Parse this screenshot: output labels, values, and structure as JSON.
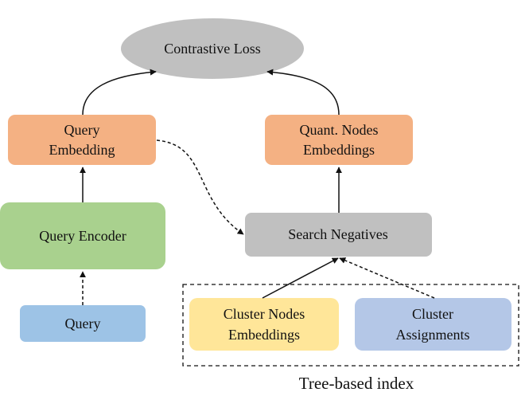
{
  "nodes": {
    "contrastive_loss": {
      "label": "Contrastive Loss",
      "color": "#c0c0c0"
    },
    "query_embedding": {
      "line1": "Query",
      "line2": "Embedding",
      "color": "#f4b183"
    },
    "quant_nodes_embeddings": {
      "line1": "Quant. Nodes",
      "line2": "Embeddings",
      "color": "#f4b183"
    },
    "query_encoder": {
      "label": "Query Encoder",
      "color": "#a9d18e"
    },
    "search_negatives": {
      "label": "Search Negatives",
      "color": "#c0c0c0"
    },
    "query": {
      "label": "Query",
      "color": "#9dc3e6"
    },
    "cluster_nodes_embeddings": {
      "line1": "Cluster Nodes",
      "line2": "Embeddings",
      "color": "#ffe699"
    },
    "cluster_assignments": {
      "line1": "Cluster",
      "line2": "Assignments",
      "color": "#b4c7e7"
    }
  },
  "tree_index": {
    "caption": "Tree-based index"
  }
}
